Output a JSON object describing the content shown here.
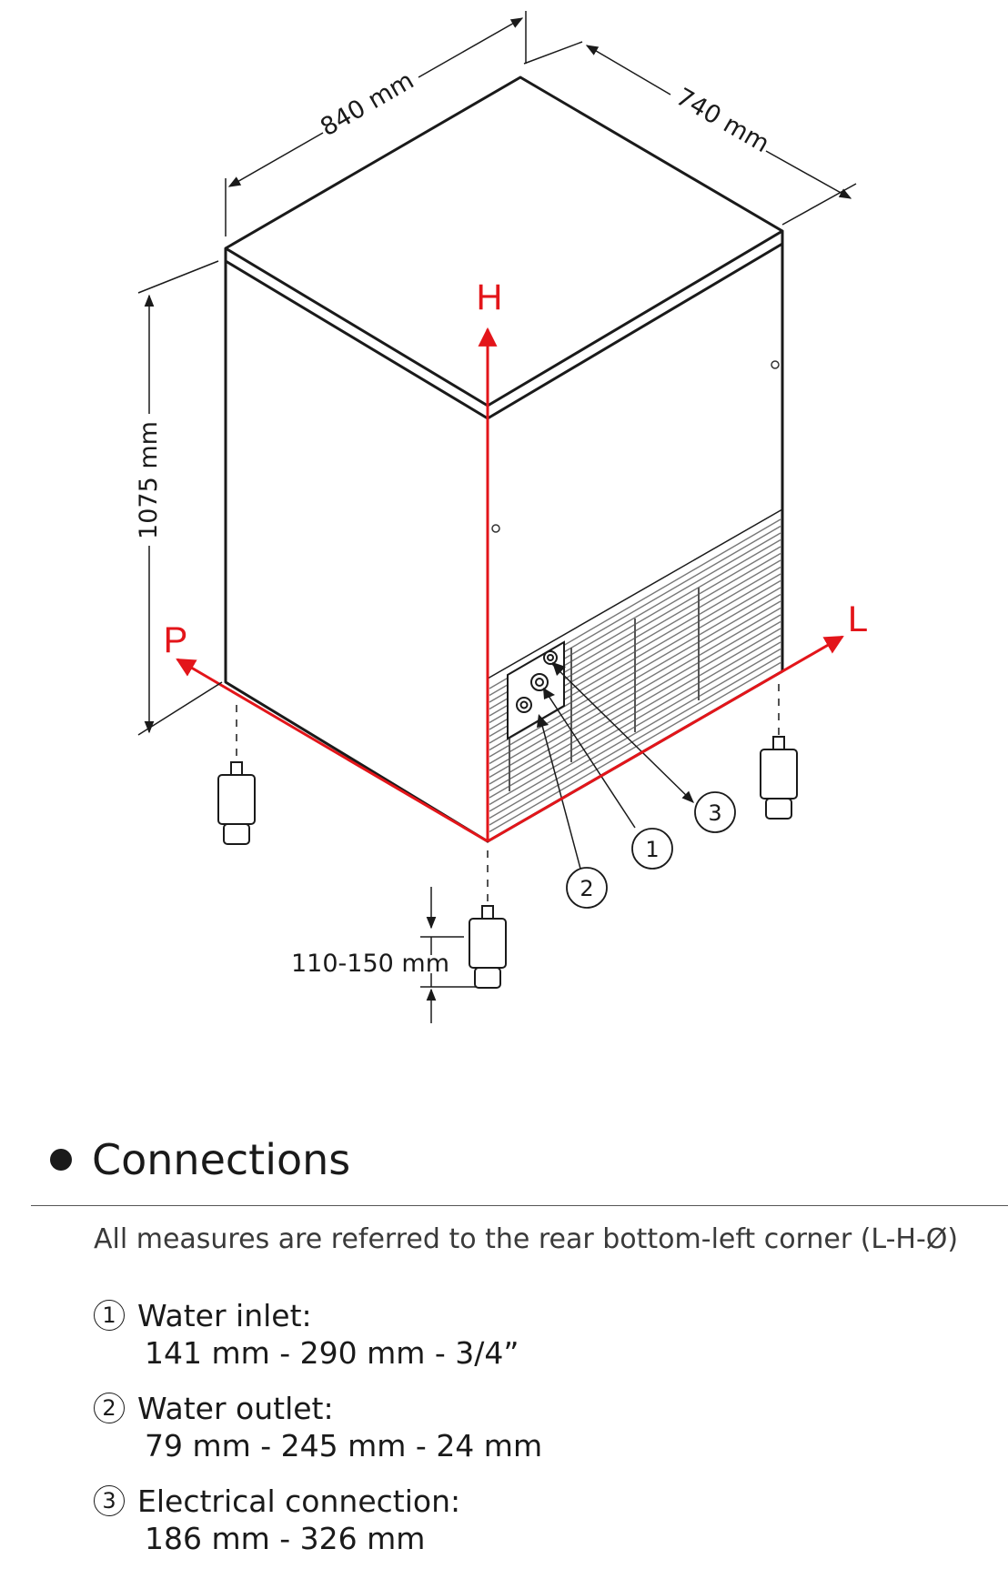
{
  "dimensions": {
    "width": "840 mm",
    "depth": "740 mm",
    "height": "1075 mm",
    "feet": "110-150 mm"
  },
  "axes": {
    "h": "H",
    "l": "L",
    "p": "P"
  },
  "callouts": [
    "1",
    "2",
    "3"
  ],
  "colors": {
    "axis": "#e3151a",
    "line": "#1a1a1a"
  },
  "section": {
    "title": "Connections",
    "note": "All measures are referred to the rear bottom-left corner (L-H-Ø)",
    "items": [
      {
        "num": "1",
        "label": "Water inlet:",
        "value": "141 mm  - 290 mm  - 3/4”"
      },
      {
        "num": "2",
        "label": "Water outlet:",
        "value": "79 mm - 245 mm - 24 mm"
      },
      {
        "num": "3",
        "label": "Electrical connection:",
        "value": "186 mm - 326 mm"
      }
    ]
  }
}
